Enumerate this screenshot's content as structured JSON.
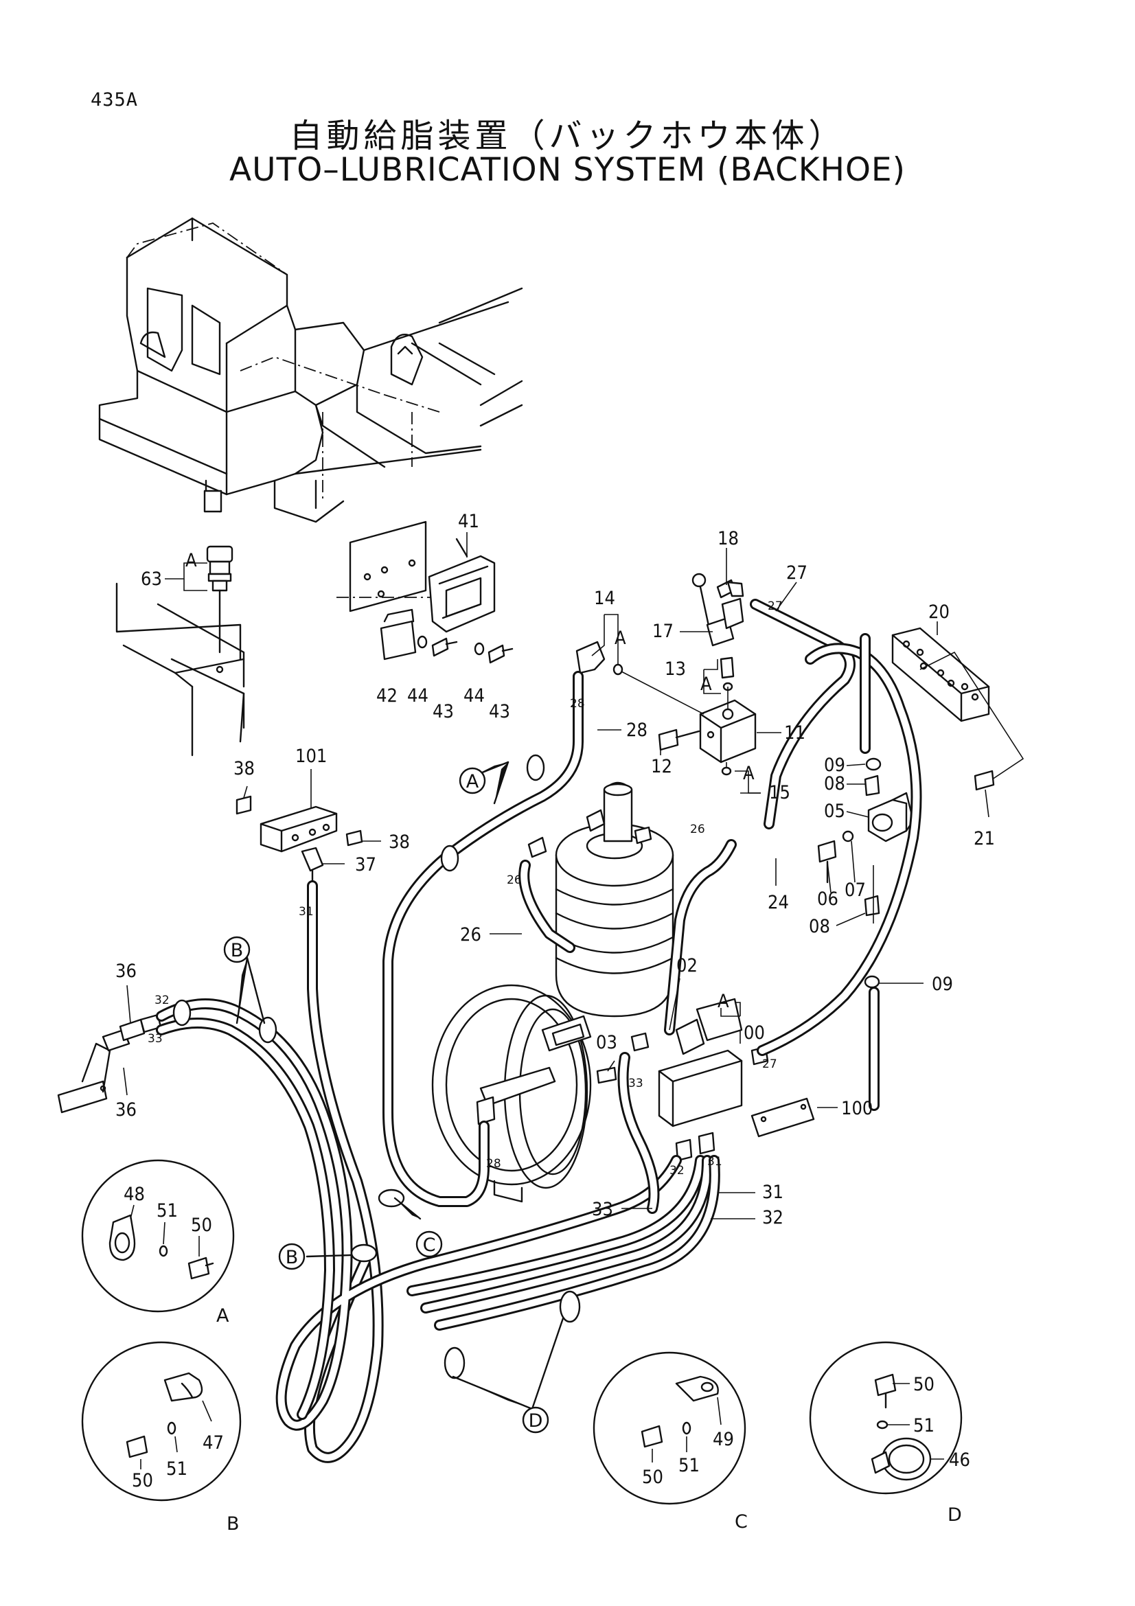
{
  "page_number": "435A",
  "title_jp": "自動給脂装置（バックホウ本体）",
  "title_en": "AUTO–LUBRICATION SYSTEM (BACKHOE)",
  "callouts": [
    {
      "id": "c63",
      "text": "63"
    },
    {
      "id": "c41",
      "text": "41"
    },
    {
      "id": "c42",
      "text": "42"
    },
    {
      "id": "c44a",
      "text": "44"
    },
    {
      "id": "c43a",
      "text": "43"
    },
    {
      "id": "c44b",
      "text": "44"
    },
    {
      "id": "c43b",
      "text": "43"
    },
    {
      "id": "c18",
      "text": "18"
    },
    {
      "id": "c27",
      "text": "27"
    },
    {
      "id": "c27b",
      "text": "27"
    },
    {
      "id": "c17",
      "text": "17"
    },
    {
      "id": "c14",
      "text": "14"
    },
    {
      "id": "c13",
      "text": "13"
    },
    {
      "id": "c20",
      "text": "20"
    },
    {
      "id": "c28",
      "text": "28"
    },
    {
      "id": "c28s",
      "text": "28"
    },
    {
      "id": "c11",
      "text": "11"
    },
    {
      "id": "c12",
      "text": "12"
    },
    {
      "id": "c15",
      "text": "15"
    },
    {
      "id": "c09a",
      "text": "09"
    },
    {
      "id": "c08a",
      "text": "08"
    },
    {
      "id": "c05",
      "text": "05"
    },
    {
      "id": "c21",
      "text": "21"
    },
    {
      "id": "c06",
      "text": "06"
    },
    {
      "id": "c07",
      "text": "07"
    },
    {
      "id": "c24",
      "text": "24"
    },
    {
      "id": "c08b",
      "text": "08"
    },
    {
      "id": "c09b",
      "text": "09"
    },
    {
      "id": "c101",
      "text": "101"
    },
    {
      "id": "c38a",
      "text": "38"
    },
    {
      "id": "c38b",
      "text": "38"
    },
    {
      "id": "c37",
      "text": "37"
    },
    {
      "id": "c31s",
      "text": "31"
    },
    {
      "id": "c26",
      "text": "26"
    },
    {
      "id": "c26s1",
      "text": "26"
    },
    {
      "id": "c26s2",
      "text": "26"
    },
    {
      "id": "c02",
      "text": "02"
    },
    {
      "id": "c00",
      "text": "00"
    },
    {
      "id": "c27s",
      "text": "27"
    },
    {
      "id": "c03",
      "text": "03"
    },
    {
      "id": "c33s",
      "text": "33"
    },
    {
      "id": "c100",
      "text": "100"
    },
    {
      "id": "c36a",
      "text": "36"
    },
    {
      "id": "c32s",
      "text": "32"
    },
    {
      "id": "c33s2",
      "text": "33"
    },
    {
      "id": "c36b",
      "text": "36"
    },
    {
      "id": "c28s2",
      "text": "28"
    },
    {
      "id": "c32s2",
      "text": "32"
    },
    {
      "id": "c31s2",
      "text": "31"
    },
    {
      "id": "c31",
      "text": "31"
    },
    {
      "id": "c33",
      "text": "33"
    },
    {
      "id": "c32",
      "text": "32"
    },
    {
      "id": "c48",
      "text": "48"
    },
    {
      "id": "c51a",
      "text": "51"
    },
    {
      "id": "c50a",
      "text": "50"
    },
    {
      "id": "c50b",
      "text": "50"
    },
    {
      "id": "c51b",
      "text": "51"
    },
    {
      "id": "c47",
      "text": "47"
    },
    {
      "id": "c50c",
      "text": "50"
    },
    {
      "id": "c51c",
      "text": "51"
    },
    {
      "id": "c49",
      "text": "49"
    },
    {
      "id": "c50d",
      "text": "50"
    },
    {
      "id": "c51d",
      "text": "51"
    },
    {
      "id": "c46",
      "text": "46"
    }
  ],
  "letters": {
    "A": "A",
    "B": "B",
    "C": "C",
    "D": "D"
  },
  "ref_markers": [
    {
      "id": "refA63",
      "text": "A"
    },
    {
      "id": "refA14",
      "text": "A"
    },
    {
      "id": "refA13",
      "text": "A"
    },
    {
      "id": "refA15",
      "text": "A"
    },
    {
      "id": "refA00",
      "text": "A"
    }
  ]
}
